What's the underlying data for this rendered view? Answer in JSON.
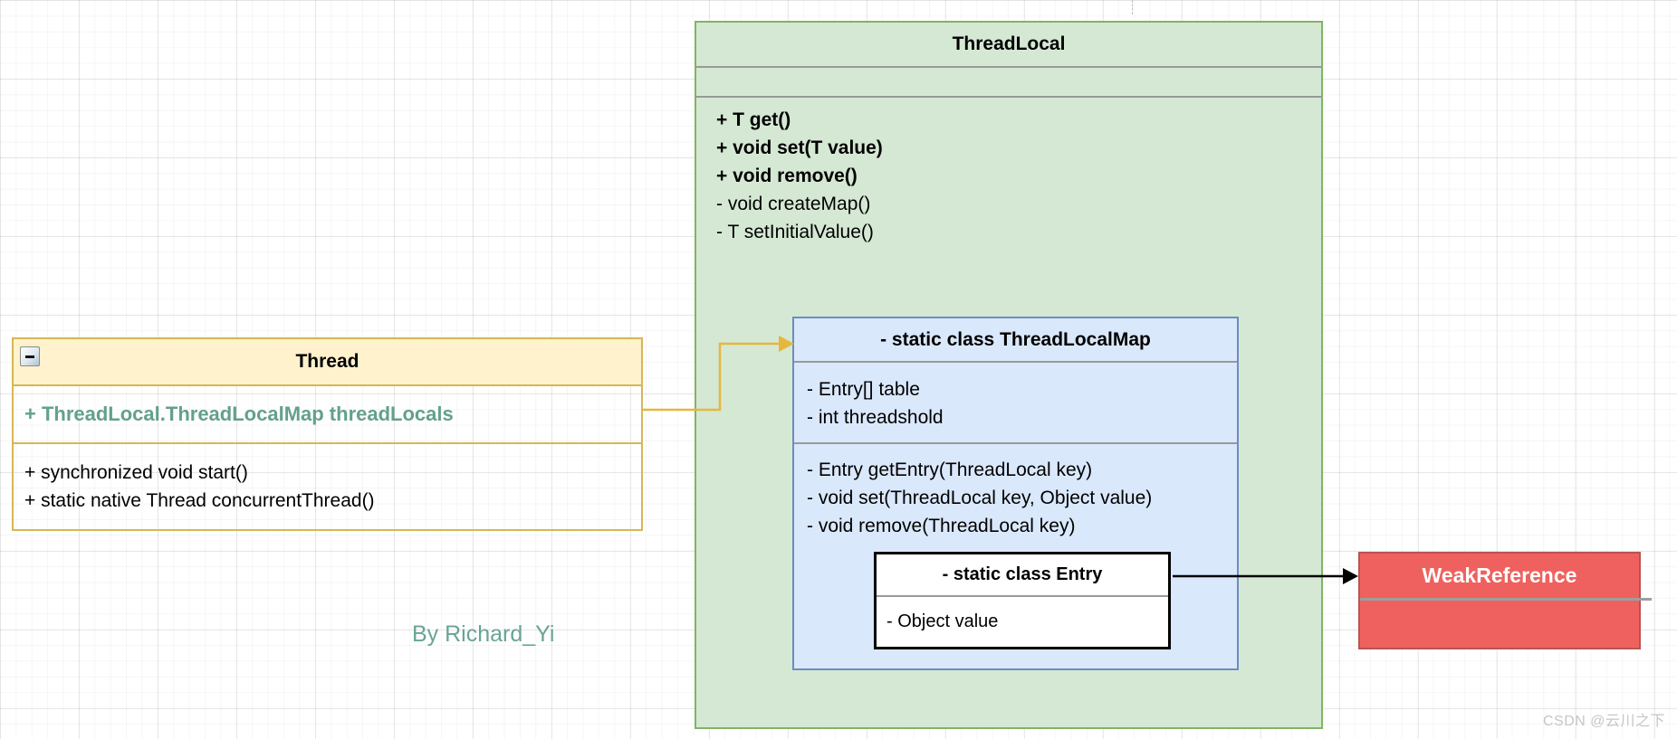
{
  "classes": {
    "threadlocal": {
      "title": "ThreadLocal",
      "methods": [
        "+ T get()",
        "+ void set(T value)",
        "+ void remove()",
        "- void createMap()",
        "- T setInitialValue()"
      ]
    },
    "thread": {
      "title": "Thread",
      "attribute": "+ ThreadLocal.ThreadLocalMap threadLocals",
      "methods": [
        "+ synchronized void start()",
        "+ static native Thread concurrentThread()"
      ]
    },
    "threadlocalmap": {
      "title": "- static class ThreadLocalMap",
      "attributes": [
        "- Entry[] table",
        "- int threadshold"
      ],
      "methods": [
        "- Entry getEntry(ThreadLocal key)",
        "- void set(ThreadLocal key, Object value)",
        "- void remove(ThreadLocal key)"
      ]
    },
    "entry": {
      "title": "- static class Entry",
      "attribute": "- Object value"
    },
    "weakreference": {
      "title": "WeakReference"
    }
  },
  "annotations": {
    "credit": "By Richard_Yi",
    "watermark": "CSDN @云川之下"
  },
  "colors": {
    "green_fill": "#d5e8d4",
    "green_border": "#82b366",
    "yellow_fill": "#fff2cc",
    "yellow_border": "#d6b656",
    "blue_fill": "#dae8fc",
    "blue_border": "#6c8ebf",
    "red_fill": "#ef615e",
    "red_border": "#b85450",
    "entry_border": "#000000",
    "divider_gray": "#999999",
    "teal_text": "#63a08d",
    "connector_yellow": "#e6b73f",
    "connector_black": "#000000"
  }
}
